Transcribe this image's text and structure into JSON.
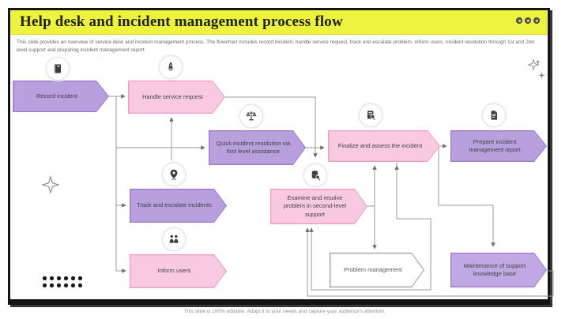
{
  "slide": {
    "title": "Help desk and incident management process flow",
    "subtitle": "This slide provides an overview of service desk and incident management process. The flowchart includes record incident, handle service request, track and escalate problem, inform users, incident resolution through 1st and 2nd level support and preparing incident management report.",
    "footer": "This slide is 100% editable. Adapt it to your needs and capture your audience's attention."
  },
  "colors": {
    "title_bar": "#eef23d",
    "purple_fill": "#b7a0dd",
    "purple_border": "#9b7bc9",
    "pink_fill": "#f9c9e1",
    "pink_border": "#ee9cc6",
    "white_fill": "#ffffff",
    "connector": "#8f8f8f",
    "frame": "#141414"
  },
  "flow": {
    "nodes": [
      {
        "id": "record-incident",
        "label": "Record incident",
        "color": "purple",
        "icon": "book-icon"
      },
      {
        "id": "handle-service-request",
        "label": "Handle service request",
        "color": "pink",
        "icon": "rocket-icon"
      },
      {
        "id": "quick-incident-resolution",
        "label": "Quick incident resolution via first level assistance",
        "color": "purple",
        "icon": "scales-icon"
      },
      {
        "id": "finalize-assess-incident",
        "label": "Finalize and assess the incident",
        "color": "pink",
        "icon": "document-search-icon"
      },
      {
        "id": "prepare-incident-report",
        "label": "Prepare incident management report",
        "color": "purple",
        "icon": "document-icon"
      },
      {
        "id": "track-escalate-incidents",
        "label": "Track and escalate incidents",
        "color": "purple",
        "icon": "location-pin-icon"
      },
      {
        "id": "examine-resolve-problem",
        "label": "Examine and resolve problem in second-level support",
        "color": "pink",
        "icon": "database-search-icon"
      },
      {
        "id": "inform-users",
        "label": "Inform  users",
        "color": "pink",
        "icon": "people-icon"
      },
      {
        "id": "problem-management",
        "label": "Problem management",
        "color": "white",
        "icon": null
      },
      {
        "id": "maintenance-knowledge-base",
        "label": "Maintenance of support knowledge base",
        "color": "purple",
        "icon": null
      }
    ],
    "icons": [
      "book-icon",
      "rocket-icon",
      "scales-icon",
      "document-search-icon",
      "document-icon",
      "location-pin-icon",
      "database-search-icon",
      "people-icon"
    ],
    "edges": [
      "record-incident -> handle-service-request",
      "record-incident -> quick-incident-resolution",
      "record-incident -> track-escalate-incidents",
      "record-incident -> inform-users",
      "track-branch -> handle-service-request (up)",
      "handle-service-request -> examine-resolve-problem",
      "quick-incident-resolution -> finalize-assess-incident",
      "finalize-assess-incident -> prepare-incident-report",
      "finalize-prepare-branch -> maintenance-knowledge-base",
      "examine-resolve-problem -> finalize-assess-incident (up)",
      "examine-resolve-problem -> problem-management (down)",
      "finalize-assess-incident -> examine-resolve-problem (loop)",
      "maintenance-knowledge-base -> examine-resolve-problem (loop)"
    ]
  }
}
